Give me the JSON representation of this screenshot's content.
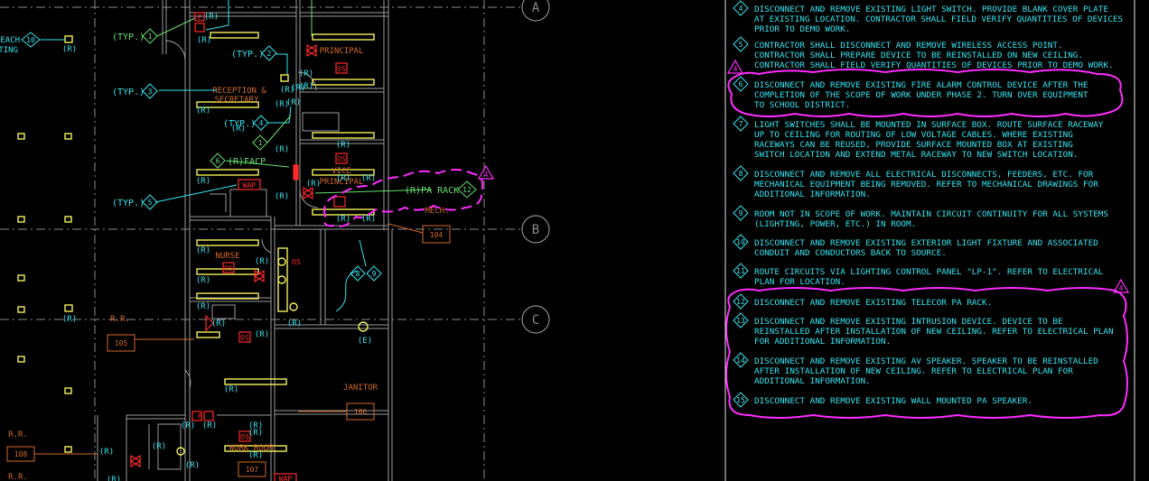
{
  "colors": {
    "background": "#000000",
    "cyan": "#35e6f0",
    "green": "#64e070",
    "yellow": "#f4f15a",
    "red": "#ff2a2a",
    "magenta": "#ff2cff",
    "orange": "#d36a2b",
    "gray": "#8a8a8a",
    "white": "#e8e8e8"
  },
  "grid_bubbles": [
    "A",
    "B",
    "C"
  ],
  "revision_tags": [
    "4",
    "4",
    "4"
  ],
  "plan": {
    "rooms": {
      "principal": "PRINCIPAL",
      "reception_line1": "RECEPTION &",
      "reception_line2": "SECRETARY",
      "vice_line1": "VICE",
      "vice_line2": "PRINCIPAL",
      "mech": "MECH.",
      "nurse": "NURSE",
      "rr_left": "R.R.",
      "rr_bottom1": "R.R.",
      "rr_bottom2": "R.R.",
      "janitor": "JANITOR",
      "work_room": "WORK ROOM"
    },
    "room_numbers": {
      "mech": "104",
      "rr": "105",
      "janitor": "106",
      "work_room": "107",
      "rr_bottom": "108"
    },
    "callouts": {
      "each_line1": "EACH",
      "each_line2": "TING",
      "each_num": "10",
      "typ": "(TYP.)",
      "facp": "(R)FACP",
      "pa_rack": "(R)PA RACK",
      "pa_num": "12"
    },
    "tags": {
      "r": "(R)",
      "e": "(E)",
      "wap": "WAP",
      "os": "OS",
      "f": "F"
    }
  },
  "notes": [
    {
      "num": "4",
      "lines": [
        "DISCONNECT AND REMOVE EXISTING LIGHT SWITCH. PROVIDE BLANK COVER PLATE",
        "AT EXISTING LOCATION. CONTRACTOR SHALL FIELD VERIFY QUANTITIES OF DEVICES",
        "PRIOR TO DEMO WORK."
      ]
    },
    {
      "num": "5",
      "lines": [
        "CONTRACTOR SHALL DISCONNECT AND REMOVE WIRELESS ACCESS POINT.",
        "CONTRACTOR SHALL PREPARE DEVICE TO BE REINSTALLED ON NEW CEILING.",
        "CONTRACTOR SHALL FIELD VERIFY QUANTITIES OF DEVICES PRIOR TO DEMO WORK."
      ]
    },
    {
      "num": "6",
      "lines": [
        "DISCONNECT AND REMOVE EXISTING FIRE ALARM CONTROL DEVICE AFTER THE",
        "COMPLETION OF THE SCOPE OF WORK UNDER PHASE 2. TURN OVER EQUIPMENT",
        "TO SCHOOL DISTRICT."
      ]
    },
    {
      "num": "7",
      "lines": [
        "LIGHT SWITCHES SHALL BE MOUNTED IN SURFACE BOX. ROUTE SURFACE RACEWAY",
        "UP TO CEILING FOR ROUTING OF LOW VOLTAGE CABLES. WHERE EXISTING",
        "RACEWAYS CAN BE REUSED, PROVIDE SURFACE MOUNTED BOX AT EXISTING",
        "SWITCH LOCATION AND EXTEND METAL RACEWAY TO NEW SWITCH LOCATION."
      ]
    },
    {
      "num": "8",
      "lines": [
        "DISCONNECT AND REMOVE ALL ELECTRICAL DISCONNECTS, FEEDERS, ETC. FOR",
        "MECHANICAL EQUIPMENT BEING REMOVED. REFER TO MECHANICAL DRAWINGS FOR",
        "ADDITIONAL INFORMATION."
      ]
    },
    {
      "num": "9",
      "lines": [
        "ROOM NOT IN SCOPE OF WORK. MAINTAIN CIRCUIT CONTINUITY FOR ALL SYSTEMS",
        "(LIGHTING, POWER, ETC.) IN ROOM."
      ]
    },
    {
      "num": "10",
      "lines": [
        "DISCONNECT AND REMOVE EXISTING EXTERIOR LIGHT FIXTURE AND ASSOCIATED",
        "CONDUIT AND CONDUCTORS BACK TO SOURCE."
      ]
    },
    {
      "num": "11",
      "lines": [
        "ROUTE CIRCUITS VIA LIGHTING CONTROL PANEL \"LP-1\". REFER TO ELECTRICAL",
        "PLAN FOR LOCATION."
      ]
    },
    {
      "num": "12",
      "lines": [
        "DISCONNECT AND REMOVE EXISTING TELECOR PA RACK."
      ]
    },
    {
      "num": "13",
      "lines": [
        "DISCONNECT AND REMOVE EXISTING INTRUSION DEVICE. DEVICE TO BE",
        "REINSTALLED AFTER INSTALLATION OF NEW CEILING. REFER TO ELECTRICAL PLAN",
        "FOR ADDITIONAL INFORMATION."
      ]
    },
    {
      "num": "14",
      "lines": [
        "DISCONNECT AND REMOVE EXISTING AV SPEAKER. SPEAKER TO BE REINSTALLED",
        "AFTER INSTALLATION OF NEW CEILING. REFER TO ELECTRICAL PLAN FOR",
        "ADDITIONAL INFORMATION."
      ]
    },
    {
      "num": "15",
      "lines": [
        "DISCONNECT AND REMOVE EXISTING WALL MOUNTED PA SPEAKER."
      ]
    }
  ]
}
